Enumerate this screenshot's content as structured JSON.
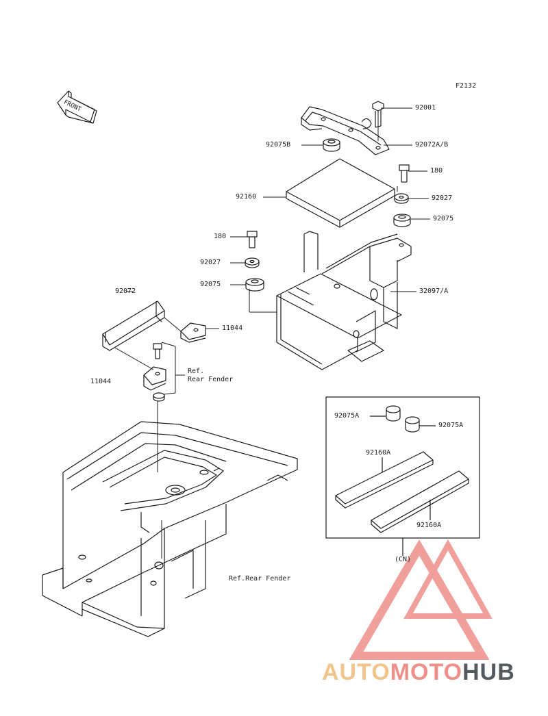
{
  "diagram": {
    "figure_code": "F2132",
    "front_label": "FRONT",
    "parts": {
      "p92001": "92001",
      "p92072AB": "92072A/B",
      "p92075B": "92075B",
      "p180_right": "180",
      "p92160": "92160",
      "p92027_right": "92027",
      "p92075_right": "92075",
      "p180_left": "180",
      "p92027_left": "92027",
      "p92075_left": "92075",
      "p32097A": "32097/A",
      "p92072": "92072",
      "p11044_right": "11044",
      "p11044_left": "11044",
      "ref_rear_fender_upper": "Ref.\nRear Fender",
      "ref_rear_fender_lower": "Ref.Rear Fender"
    },
    "inset": {
      "p92075A_left": "92075A",
      "p92075A_right": "92075A",
      "p92160A_upper": "92160A",
      "p92160A_lower": "92160A",
      "variant": "(CN)"
    }
  },
  "watermark": {
    "part1": "AUTO",
    "part2": "MOTO",
    "part3": "HUB",
    "colors": {
      "auto": "#f3c48a",
      "moto": "#ef8f8a",
      "hub": "#555a60",
      "logo": "#ef8f8a"
    }
  }
}
